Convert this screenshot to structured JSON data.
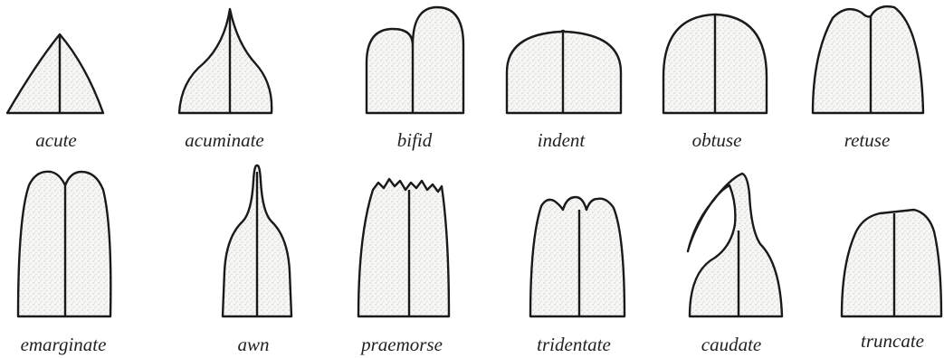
{
  "rows": [
    {
      "items": [
        {
          "id": "acute",
          "label": "acute"
        },
        {
          "id": "acuminate",
          "label": "acuminate"
        },
        {
          "id": "bifid",
          "label": "bifid"
        },
        {
          "id": "indent",
          "label": "indent"
        },
        {
          "id": "obtuse",
          "label": "obtuse"
        },
        {
          "id": "retuse",
          "label": "retuse"
        }
      ]
    },
    {
      "items": [
        {
          "id": "emarginate",
          "label": "emarginate"
        },
        {
          "id": "awn",
          "label": "awn"
        },
        {
          "id": "praemorse",
          "label": "praemorse"
        },
        {
          "id": "tridentate",
          "label": "tridentate"
        },
        {
          "id": "caudate",
          "label": "caudate"
        },
        {
          "id": "truncate",
          "label": "truncate"
        }
      ]
    }
  ],
  "colors": {
    "ink": "#1a1a1a",
    "fill": "#f4f4f2",
    "stipple": "#8a8a8a"
  }
}
